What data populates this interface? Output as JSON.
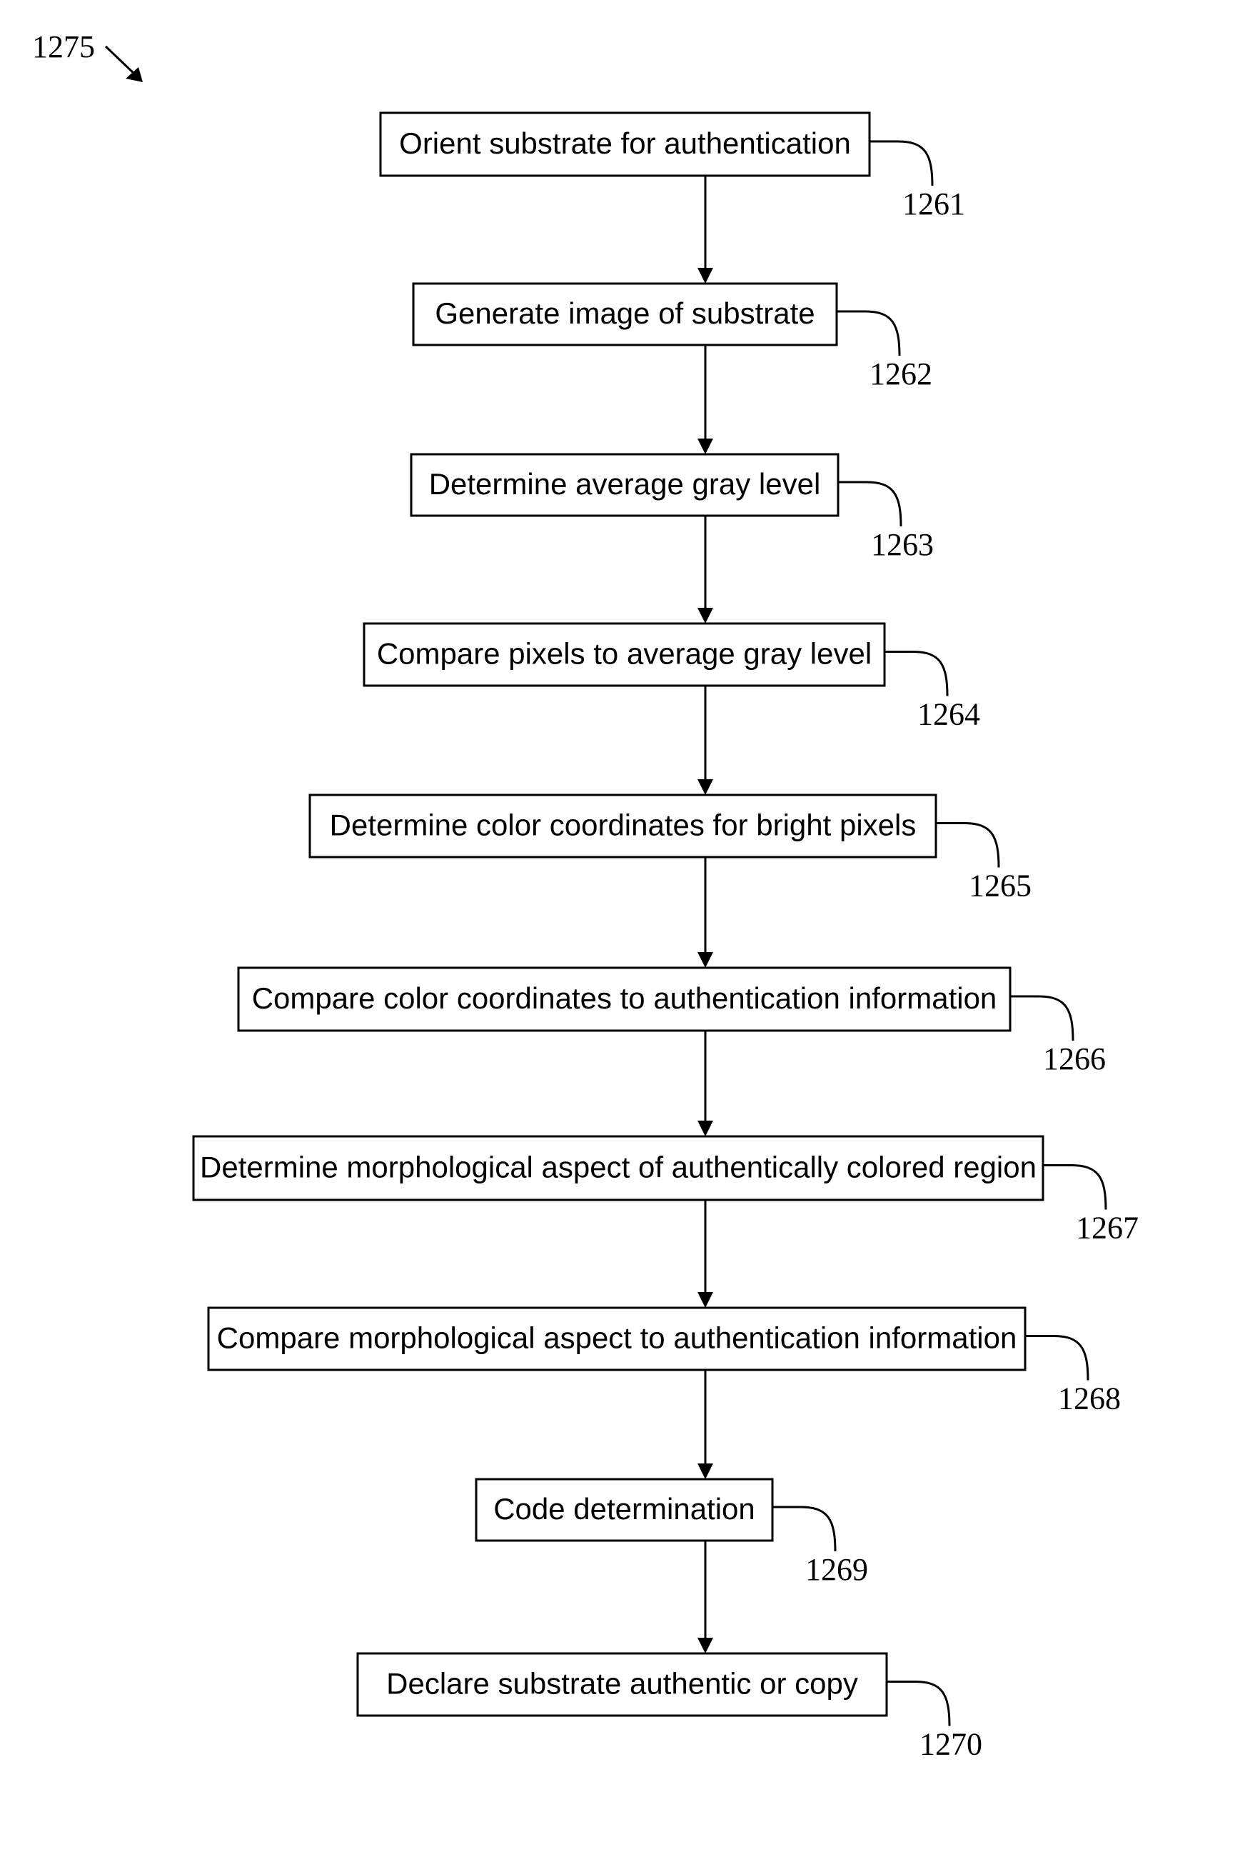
{
  "figure_ref": "1275",
  "steps": [
    {
      "label": "Orient substrate for authentication",
      "ref": "1261"
    },
    {
      "label": "Generate image of substrate",
      "ref": "1262"
    },
    {
      "label": "Determine average gray level",
      "ref": "1263"
    },
    {
      "label": "Compare pixels to average gray level",
      "ref": "1264"
    },
    {
      "label": "Determine color coordinates for bright pixels",
      "ref": "1265"
    },
    {
      "label": "Compare color coordinates to authentication information",
      "ref": "1266"
    },
    {
      "label": "Determine morphological  aspect of authentically colored region",
      "ref": "1267"
    },
    {
      "label": "Compare morphological  aspect to authentication information",
      "ref": "1268"
    },
    {
      "label": "Code determination",
      "ref": "1269"
    },
    {
      "label": "Declare substrate authentic or copy",
      "ref": "1270"
    }
  ]
}
